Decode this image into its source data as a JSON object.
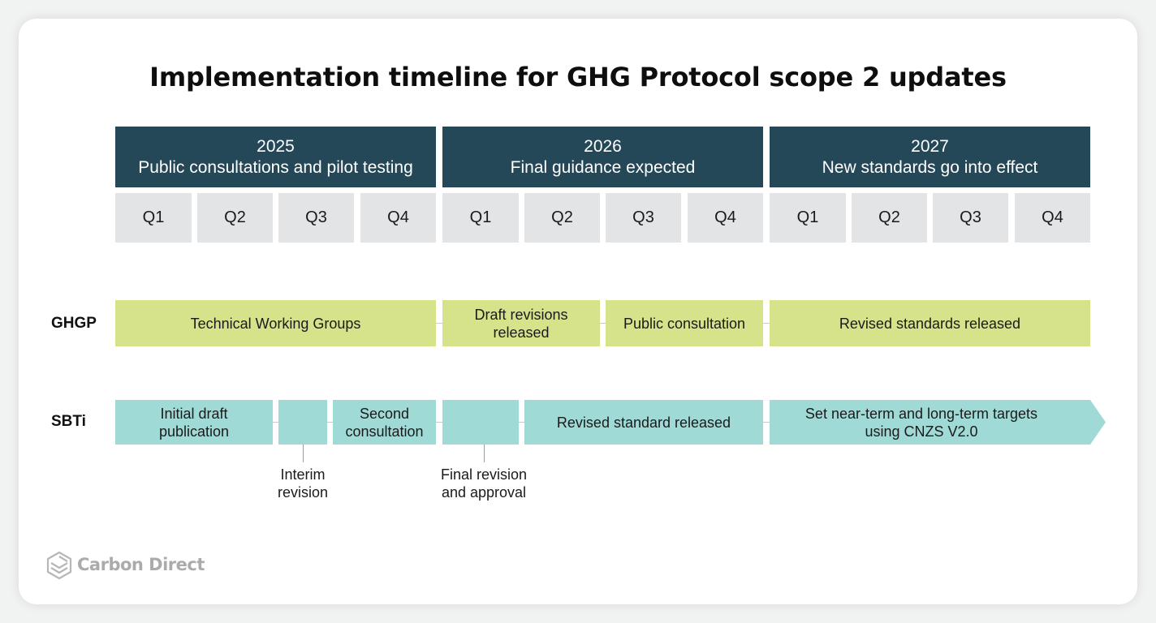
{
  "title": "Implementation timeline for GHG Protocol scope 2 updates",
  "years": [
    {
      "year": "2025",
      "subtitle": "Public consultations and pilot testing"
    },
    {
      "year": "2026",
      "subtitle": "Final guidance expected"
    },
    {
      "year": "2027",
      "subtitle": "New standards go into effect"
    }
  ],
  "quarters": [
    "Q1",
    "Q2",
    "Q3",
    "Q4",
    "Q1",
    "Q2",
    "Q3",
    "Q4",
    "Q1",
    "Q2",
    "Q3",
    "Q4"
  ],
  "ghgp": {
    "label": "GHGP",
    "bars": [
      "Technical Working Groups",
      "Draft revisions released",
      "Public consultation",
      "Revised standards released"
    ]
  },
  "sbti": {
    "label": "SBTi",
    "bars": [
      "Initial draft publication",
      "",
      "Second consultation",
      "",
      "Revised standard released",
      "Set near-term and long-term targets using CNZS V2.0"
    ],
    "annotations": [
      "Interim revision",
      "Final revision and approval"
    ]
  },
  "brand": {
    "name": "Carbon Direct"
  },
  "colors": {
    "year_header": "#244858",
    "quarter_cell": "#e3e4e5",
    "ghgp_bar": "#d6e38b",
    "sbti_bar": "#a0dad7"
  }
}
